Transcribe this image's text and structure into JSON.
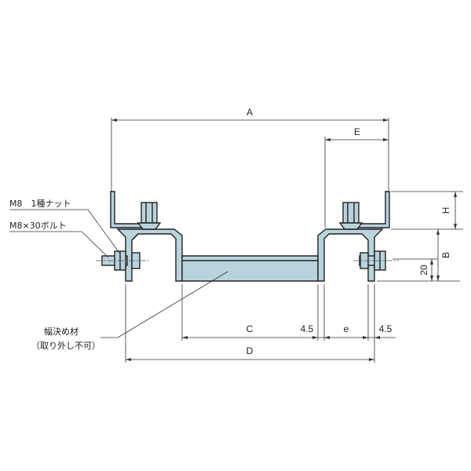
{
  "dimensions": {
    "A": "A",
    "E": "E",
    "H": "H",
    "B": "B",
    "twenty": "20",
    "C": "C",
    "gap_left": "4.5",
    "e": "e",
    "gap_right": "4.5",
    "D": "D"
  },
  "callouts": {
    "nut": "M8　1種ナット",
    "bolt": "M8×30ボルト",
    "spacer_line1": "幅決め材",
    "spacer_line2": "（取り外し不可）"
  },
  "colors": {
    "part_fill": "#b9d3dc",
    "line": "#222222"
  }
}
